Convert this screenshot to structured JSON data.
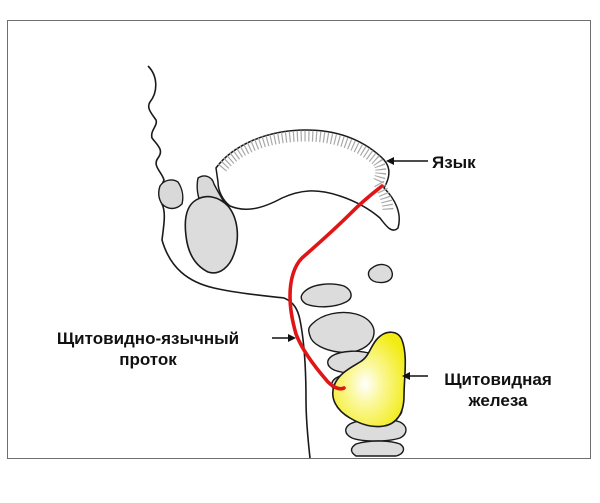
{
  "labels": {
    "tongue": "Язык",
    "duct_line1": "Щитовидно-язычный",
    "duct_line2": "проток",
    "gland_line1": "Щитовидная",
    "gland_line2": "железа"
  },
  "colors": {
    "duct": "#e01616",
    "gland": "#f3ef19",
    "tissue": "#dcdcdc",
    "outline": "#1a1a1a",
    "frame": "#6f6f6f"
  }
}
